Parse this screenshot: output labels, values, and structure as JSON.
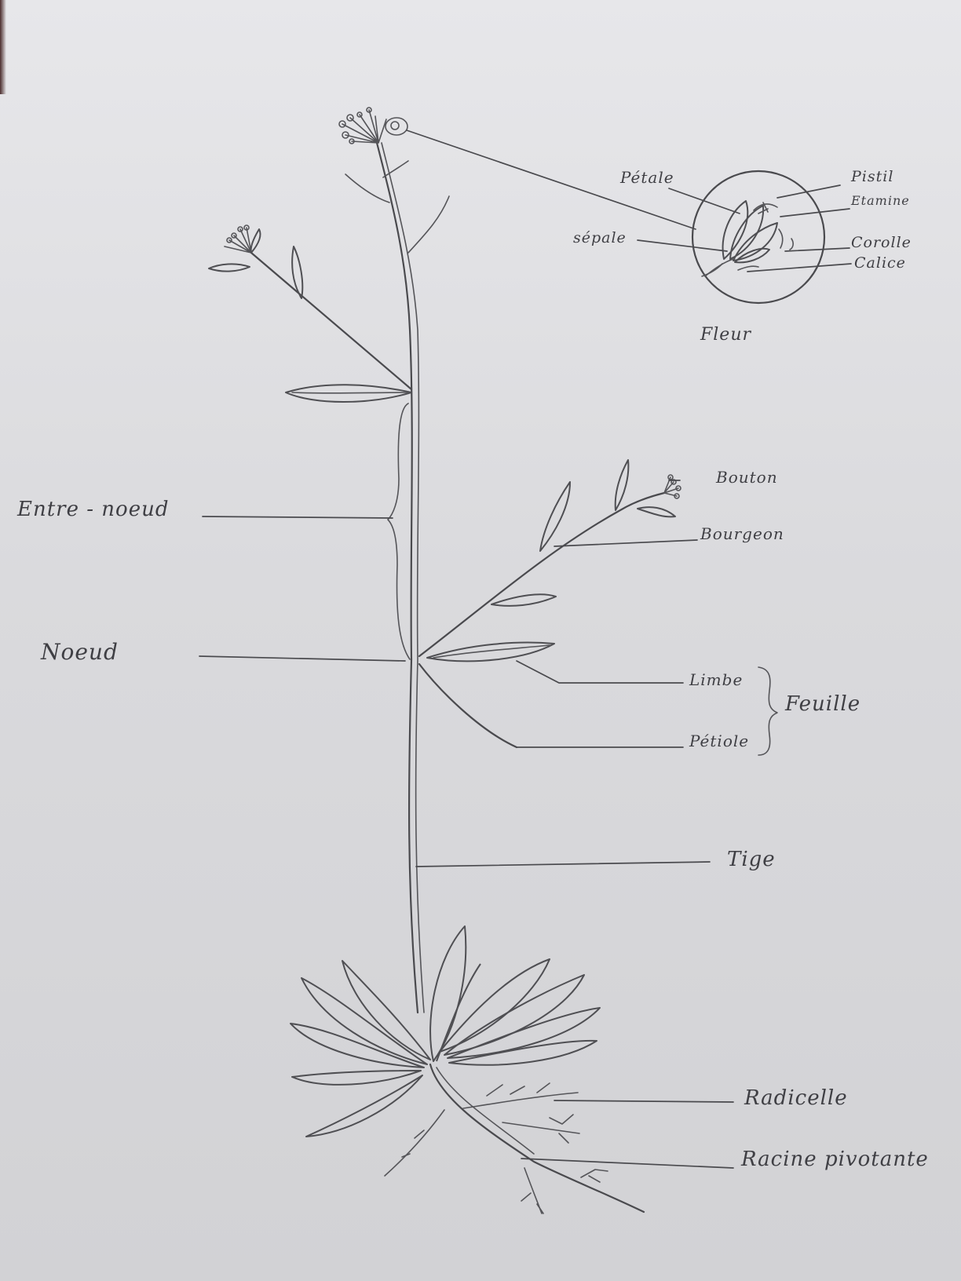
{
  "labels": {
    "petale": "Pétale",
    "pistil": "Pistil",
    "etamine": "Etamine",
    "sepale": "sépale",
    "corolle": "Corolle",
    "calice": "Calice",
    "fleur": "Fleur",
    "bouton": "Bouton",
    "bourgeon": "Bourgeon",
    "entre_noeud": "Entre - noeud",
    "noeud": "Noeud",
    "limbe": "Limbe",
    "petiole": "Pétiole",
    "feuille": "Feuille",
    "tige": "Tige",
    "radicelle": "Radicelle",
    "racine_pivotante": "Racine pivotante"
  },
  "colors": {
    "paper": "#dedee1",
    "pencil": "#4a4a4e"
  }
}
